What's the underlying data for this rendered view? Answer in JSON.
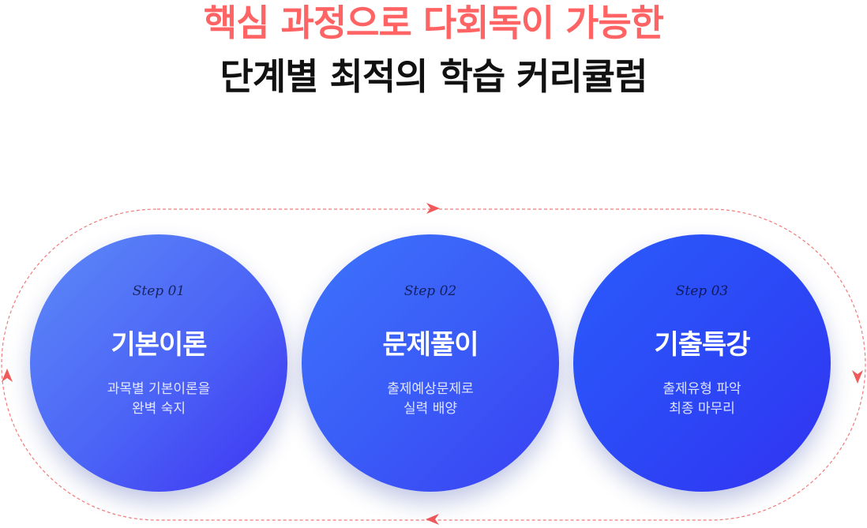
{
  "headline": {
    "line1": "핵심 과정으로 다회독이 가능한",
    "line2": "단계별 최적의 학습 커리큘럼"
  },
  "steps": [
    {
      "tag": "Step 01",
      "title": "기본이론",
      "desc1": "과목별 기본이론을",
      "desc2": "완벽 숙지"
    },
    {
      "tag": "Step 02",
      "title": "문제풀이",
      "desc1": "출제예상문제로",
      "desc2": "실력 배양"
    },
    {
      "tag": "Step 03",
      "title": "기출특강",
      "desc1": "출제유형 파악",
      "desc2": "최종 마무리"
    }
  ],
  "colors": {
    "accent": "#ff6363",
    "headline_dark": "#111111",
    "circle1": [
      "#5d8af8",
      "#3e33f2"
    ],
    "circle2": [
      "#3d73fb",
      "#3a40f2"
    ],
    "circle3": [
      "#2a5bfb",
      "#3232f0"
    ],
    "loop_line": "#f27a7a"
  }
}
